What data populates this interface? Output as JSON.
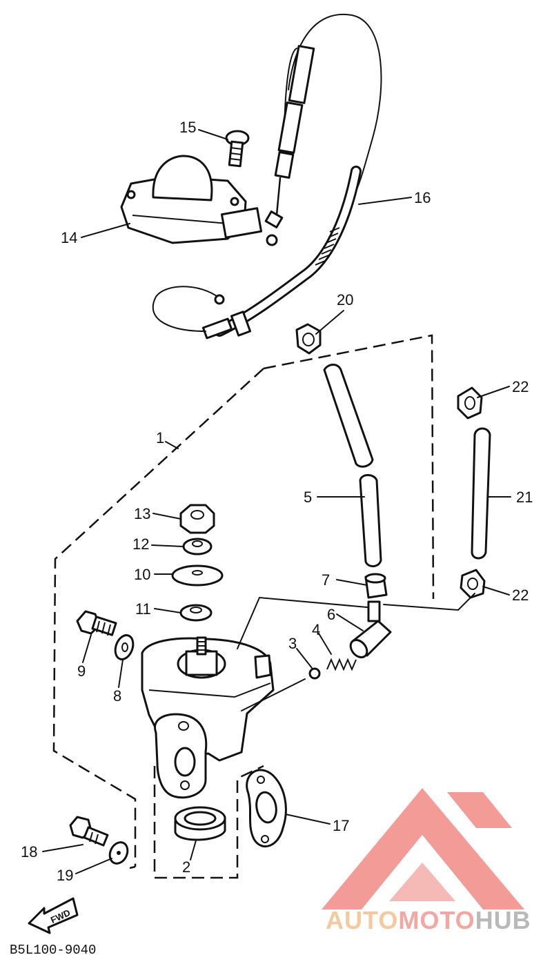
{
  "diagram": {
    "callouts": {
      "p1": "1",
      "p2": "2",
      "p3": "3",
      "p4": "4",
      "p5": "5",
      "p6": "6",
      "p7": "7",
      "p8": "8",
      "p9": "9",
      "p10": "10",
      "p11": "11",
      "p12": "12",
      "p13": "13",
      "p14": "14",
      "p15": "15",
      "p16": "16",
      "p17": "17",
      "p18": "18",
      "p19": "19",
      "p20": "20",
      "p21": "21",
      "p22a": "22",
      "p22b": "22"
    },
    "fwd_label": "FWD",
    "diagram_code": "B5L100-9040"
  },
  "watermark": {
    "part_a": "AUTO",
    "part_b": "MOTO",
    "part_c": "HUB",
    "colors": {
      "logo": "#f08a86",
      "auto": "#f6c89e",
      "moto": "#f2a7a3",
      "hub": "#b9b9b9"
    }
  }
}
